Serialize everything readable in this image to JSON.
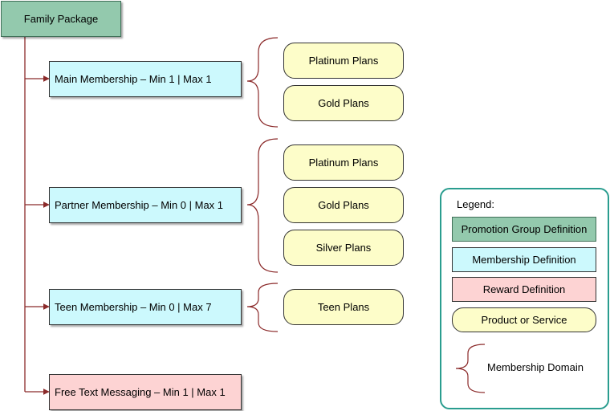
{
  "root": {
    "label": "Family Package"
  },
  "memberships": [
    {
      "label": "Main Membership – Min 1 | Max 1",
      "products": [
        "Platinum Plans",
        "Gold Plans"
      ]
    },
    {
      "label": "Partner Membership – Min 0 | Max 1",
      "products": [
        "Platinum Plans",
        "Gold Plans",
        "Silver Plans"
      ]
    },
    {
      "label": "Teen Membership – Min 0 | Max 7",
      "products": [
        "Teen Plans"
      ]
    }
  ],
  "reward": {
    "label": "Free Text Messaging – Min 1 | Max 1"
  },
  "legend": {
    "title": "Legend:",
    "promotion_group": "Promotion Group Definition",
    "membership": "Membership Definition",
    "reward": "Reward Definition",
    "product": "Product or Service",
    "domain": "Membership Domain"
  },
  "colors": {
    "promotion_group": "#93c9ad",
    "membership": "#ccf9fd",
    "reward": "#fdd3d3",
    "product": "#fdfdc9",
    "connector": "#8b2a2a",
    "legend_border": "#2a9d8f"
  }
}
